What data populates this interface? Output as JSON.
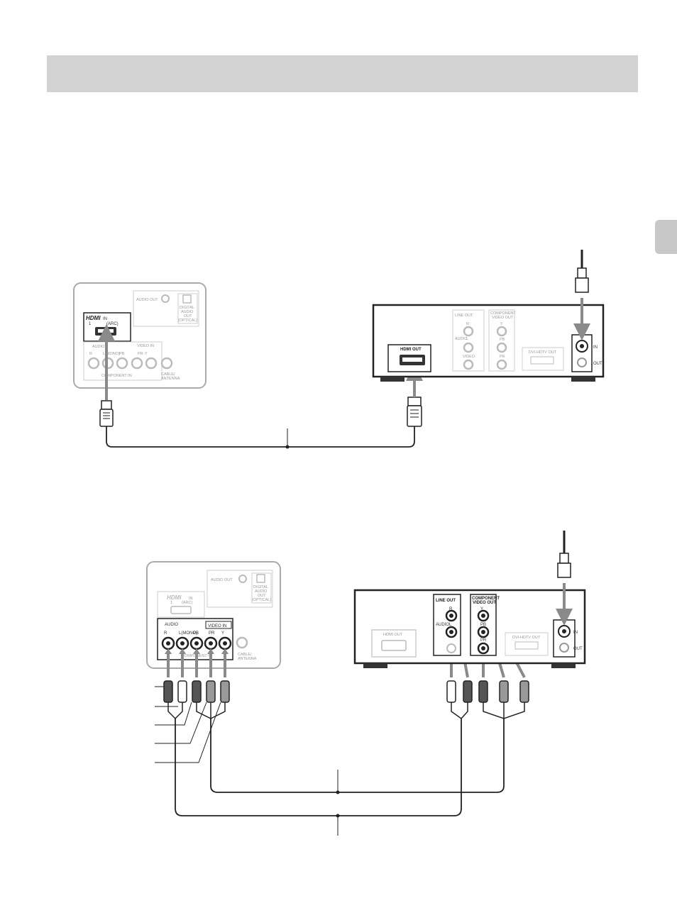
{
  "tv1": {
    "audio_out": "AUDIO OUT",
    "digital_audio_out": [
      "DIGITAL",
      "AUDIO",
      "OUT",
      "(OPTICAL)"
    ],
    "hdmi_logo": "HDMI",
    "hdmi_in": "IN",
    "hdmi_port": "1",
    "hdmi_arc": "(ARC)",
    "audio": "AUDIO",
    "audio_r": "R",
    "audio_l": "L(MONO)",
    "pb": "PB",
    "pr": "PR",
    "y": "Y",
    "video_in": "VIDEO IN",
    "component_in": "COMPONENT IN",
    "cable_antenna": [
      "CABLE/",
      "ANTENNA"
    ]
  },
  "box1": {
    "line_out": "LINE OUT",
    "component_video_out": [
      "COMPONENT",
      "VIDEO OUT"
    ],
    "r": "R",
    "audio": "AUDIO",
    "l": "L",
    "video": "VIDEO",
    "y": "Y",
    "pb": "PB",
    "pr": "PR",
    "hdmi_out": "HDMI OUT",
    "dvi_out": "DVI-HDTV OUT",
    "in": "IN",
    "out": "OUT"
  },
  "tv2": {
    "audio_out": "AUDIO OUT",
    "digital_audio_out": [
      "DIGITAL",
      "AUDIO",
      "OUT",
      "(OPTICAL)"
    ],
    "hdmi_logo": "HDMI",
    "hdmi_in": "IN",
    "hdmi_port": "1",
    "hdmi_arc": "(ARC)",
    "audio": "AUDIO",
    "audio_r": "R",
    "audio_l": "L(MONO)",
    "pb": "PB",
    "pr": "PR",
    "y": "Y",
    "video_in": "VIDEO IN",
    "component_in": "COMPONENT IN",
    "cable_antenna": [
      "CABLE/",
      "ANTENNA"
    ]
  },
  "box2": {
    "line_out": "LINE OUT",
    "component_video_out": [
      "COMPONENT",
      "VIDEO OUT"
    ],
    "r": "R",
    "audio": "AUDIO",
    "l": "L",
    "y": "Y",
    "pb": "PB",
    "pr": "PR",
    "hdmi_out": "HDMI OUT",
    "dvi_out": "DVI-HDTV OUT",
    "in": "IN",
    "out": "OUT"
  }
}
